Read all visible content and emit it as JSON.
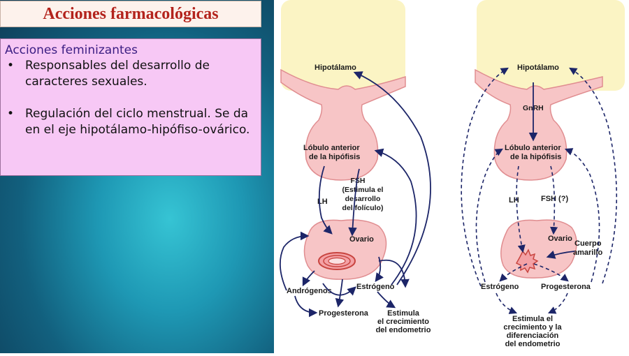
{
  "slide": {
    "title": "Acciones farmacológicas",
    "section_heading": "Acciones feminizantes",
    "bullets": [
      "Responsables del desarrollo de caracteres sexuales.",
      "Regulación del ciclo menstrual. Se da en el eje hipotálamo-hipófiso-ovárico."
    ],
    "bullet_glyph": "•"
  },
  "colors": {
    "title_text": "#b3231c",
    "heading_text": "#3b1d82",
    "info_box_bg": "#f7c8f5",
    "arrow": "#1c2568",
    "gland_fill": "#f7c5c6",
    "hypothalamus_fill": "#fbf4c4"
  },
  "diagram_left": {
    "labels": {
      "hypothalamus": "Hipotálamo",
      "pituitary_line1": "Lóbulo anterior",
      "pituitary_line2": "de la hipófisis",
      "lh": "LH",
      "fsh_line1": "FSH",
      "fsh_line2": "(Estimula el",
      "fsh_line3": "desarrollo",
      "fsh_line4": "del folículo)",
      "ovary": "Ovario",
      "androgens": "Andrógenos",
      "estrogen": "Estrógeno",
      "progesterone": "Progesterona",
      "stimulates_line1": "Estimula",
      "stimulates_line2": "el crecimiento",
      "stimulates_line3": "del endometrio"
    }
  },
  "diagram_right": {
    "labels": {
      "hypothalamus": "Hipotálamo",
      "gnrh": "GnRH",
      "pituitary_line1": "Lóbulo anterior",
      "pituitary_line2": "de la hipófisis",
      "lh": "LH",
      "fsh": "FSH (?)",
      "ovary": "Ovario",
      "corpus_line1": "Cuerpo",
      "corpus_line2": "amarillo",
      "estrogen": "Estrógeno",
      "progesterone": "Progesterona",
      "stimulates_line1": "Estimula el",
      "stimulates_line2": "crecimiento y la",
      "stimulates_line3": "diferenciación",
      "stimulates_line4": "del endometrio"
    }
  }
}
